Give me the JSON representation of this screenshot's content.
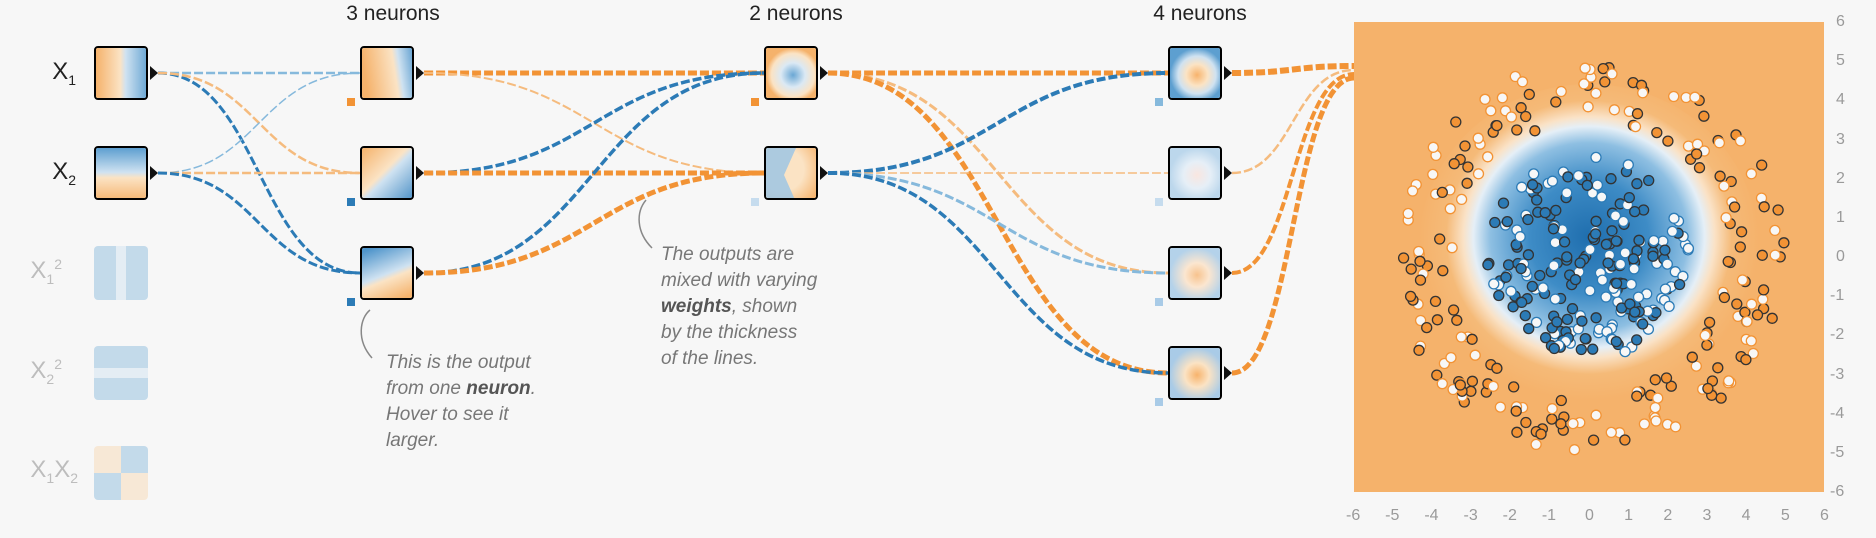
{
  "layers": {
    "h1_title": "3 neurons",
    "h2_title": "2 neurons",
    "h3_title": "4 neurons"
  },
  "features": {
    "x1": {
      "base": "X",
      "sub": "1",
      "sup": ""
    },
    "x2": {
      "base": "X",
      "sub": "2",
      "sup": ""
    },
    "x1sq": {
      "base": "X",
      "sub": "1",
      "sup": "2"
    },
    "x2sq": {
      "base": "X",
      "sub": "2",
      "sup": "2"
    },
    "x1x2": {
      "base": "X",
      "sub": "1",
      "base2": "X",
      "sub2": "2"
    }
  },
  "callouts": {
    "neuron": {
      "line1": "This is the output",
      "line2a": "from one ",
      "line2b": "neuron",
      "line2c": ".",
      "line3": "Hover to see it",
      "line4": "larger."
    },
    "weights": {
      "line1": "The outputs are",
      "line2": "mixed with varying",
      "line3a": "weights",
      "line3b": ", shown",
      "line4": "by the thickness",
      "line5": "of the lines."
    }
  },
  "axes": {
    "x_ticks": [
      "-6",
      "-5",
      "-4",
      "-3",
      "-2",
      "-1",
      "0",
      "1",
      "2",
      "3",
      "4",
      "5",
      "6"
    ],
    "y_ticks": [
      "6",
      "5",
      "4",
      "3",
      "2",
      "1",
      "0",
      "-1",
      "-2",
      "-3",
      "-4",
      "-5",
      "-6"
    ]
  },
  "colors": {
    "orange": "#f29335",
    "blue": "#2c7bb6",
    "light_orange": "#f5bb7e",
    "light_blue": "#86b9dc",
    "background": "#f7f7f7"
  }
}
